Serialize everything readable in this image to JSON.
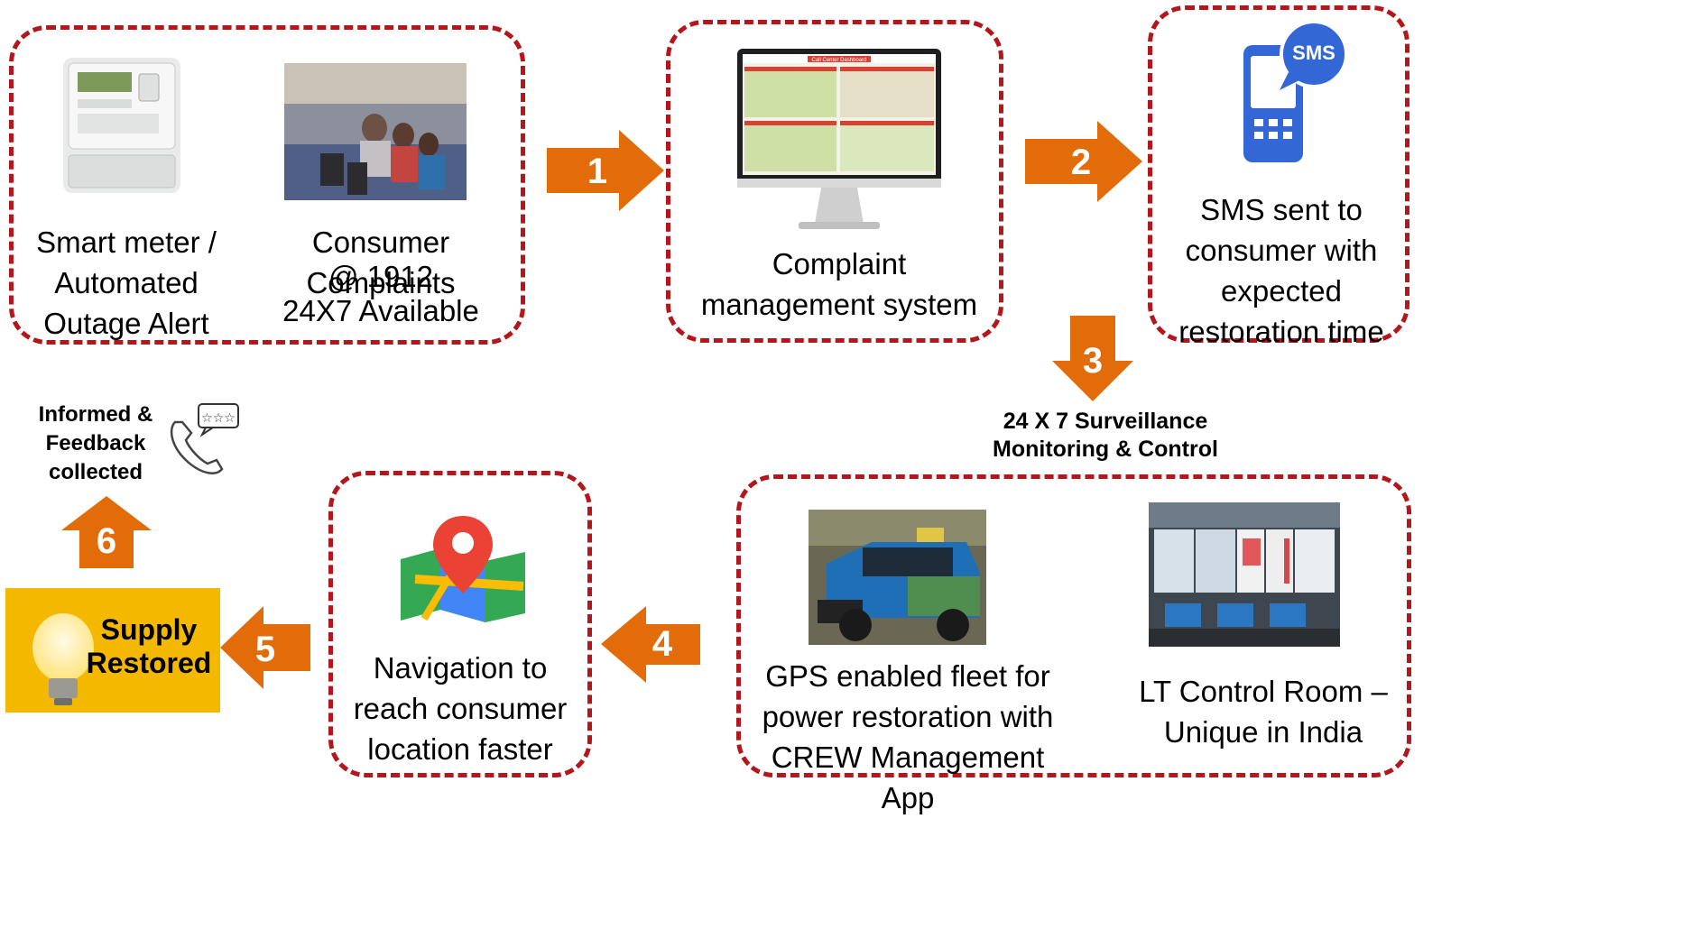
{
  "boxes": {
    "inputs": {
      "smart_meter": "Smart meter / Automated Outage Alert",
      "complaints_line1": "Consumer Complaints",
      "complaints_line2": "@ 1912",
      "complaints_line3": "24X7 Available"
    },
    "cms": {
      "label": "Complaint management system",
      "screen_title": "Call Center Dashboard"
    },
    "sms": {
      "label": "SMS sent to consumer with expected restoration time",
      "bubble": "SMS"
    },
    "fleet": {
      "gps": "GPS enabled fleet for power restoration with CREW Management App",
      "control_room": "LT Control Room – Unique in India"
    },
    "navigation": {
      "label": "Navigation to reach consumer location faster"
    }
  },
  "steps": [
    "1",
    "2",
    "3",
    "4",
    "5",
    "6"
  ],
  "surveillance": {
    "line1": "24 X 7 Surveillance",
    "line2": "Monitoring & Control"
  },
  "feedback": {
    "text": "Informed & Feedback collected"
  },
  "restored": {
    "text": "Supply Restored"
  },
  "colors": {
    "border": "#b3161b",
    "arrow": "#e36c0a",
    "restored_bg": "#f5b800",
    "phone_blue": "#3367d6",
    "map_pin": "#ea4335"
  }
}
